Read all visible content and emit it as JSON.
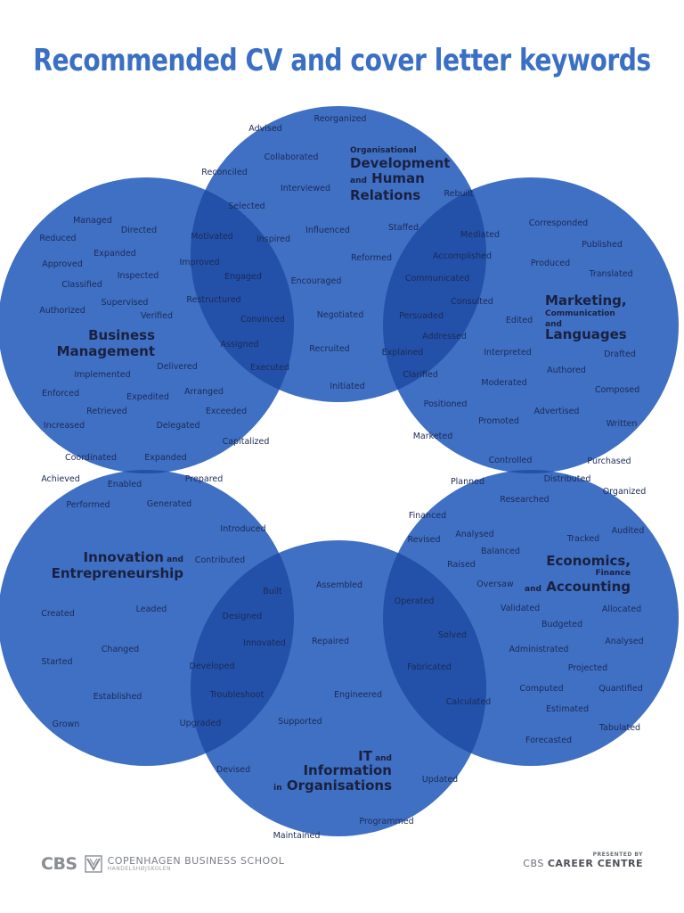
{
  "title": "Recommended CV and cover letter keywords",
  "colors": {
    "circle_fill": "#3f70c4",
    "overlap_fill": "#2350a8",
    "title": "#3a6fc4",
    "keyword_text": "#1d2a55",
    "header_text": "#1a2140"
  },
  "groups": [
    {
      "id": "org-dev",
      "header_lines": [
        [
          {
            "text": "Organisational",
            "size": "small"
          }
        ],
        [
          {
            "text": "Development",
            "size": "big"
          }
        ],
        [
          {
            "text": "and",
            "size": "small"
          },
          {
            "text": "Human",
            "size": "big"
          }
        ],
        [
          {
            "text": "Relations",
            "size": "big"
          }
        ]
      ],
      "keywords": [
        "Reorganized",
        "Advised",
        "Collaborated",
        "Reconciled",
        "Interviewed",
        "Rebuilt",
        "Selected",
        "Staffed",
        "Influenced",
        "Inspired",
        "Reformed",
        "Encouraged",
        "Negotiated",
        "Recruited",
        "Initiated"
      ]
    },
    {
      "id": "business-mgmt",
      "header_lines": [
        [
          {
            "text": "Business",
            "size": "big"
          }
        ],
        [
          {
            "text": "Management",
            "size": "big"
          }
        ]
      ],
      "keywords": [
        "Managed",
        "Directed",
        "Reduced",
        "Expanded",
        "Approved",
        "Inspected",
        "Classified",
        "Supervised",
        "Authorized",
        "Verified",
        "Implemented",
        "Delivered",
        "Enforced",
        "Expedited",
        "Arranged",
        "Retrieved",
        "Exceeded",
        "Increased",
        "Delegated",
        "Capitalized"
      ]
    },
    {
      "id": "marketing",
      "header_lines": [
        [
          {
            "text": "Marketing,",
            "size": "big"
          }
        ],
        [
          {
            "text": "Communication",
            "size": "small"
          }
        ],
        [
          {
            "text": "and",
            "size": "small"
          }
        ],
        [
          {
            "text": "Languages",
            "size": "big"
          }
        ]
      ],
      "keywords": [
        "Corresponded",
        "Published",
        "Produced",
        "Translated",
        "Edited",
        "Drafted",
        "Interpreted",
        "Authored",
        "Moderated",
        "Composed",
        "Positioned",
        "Advertised",
        "Promoted",
        "Written",
        "Marketed"
      ]
    },
    {
      "id": "innovation",
      "header_lines": [
        [
          {
            "text": "Innovation",
            "size": "big"
          },
          {
            "text": "and",
            "size": "small"
          }
        ],
        [
          {
            "text": "Entrepreneurship",
            "size": "big"
          }
        ]
      ],
      "keywords": [
        "Introduced",
        "Contributed",
        "Created",
        "Leaded",
        "Changed",
        "Started",
        "Established",
        "Grown"
      ]
    },
    {
      "id": "economics",
      "header_lines": [
        [
          {
            "text": "Economics,",
            "size": "big"
          }
        ],
        [
          {
            "text": "Finance",
            "size": "small"
          }
        ],
        [
          {
            "text": "and",
            "size": "small"
          },
          {
            "text": "Accounting",
            "size": "big"
          }
        ]
      ],
      "keywords": [
        "Financed",
        "Audited",
        "Analysed",
        "Revised",
        "Tracked",
        "Balanced",
        "Raised",
        "Oversaw",
        "Validated",
        "Allocated",
        "Budgeted",
        "Analysed",
        "Administrated",
        "Projected",
        "Computed",
        "Quantified",
        "Estimated",
        "Tabulated",
        "Forecasted"
      ]
    },
    {
      "id": "it",
      "header_lines": [
        [
          {
            "text": "IT",
            "size": "big"
          },
          {
            "text": "and",
            "size": "small"
          }
        ],
        [
          {
            "text": "Information",
            "size": "big"
          }
        ],
        [
          {
            "text": "in",
            "size": "small"
          },
          {
            "text": "Organisations",
            "size": "big"
          }
        ]
      ],
      "keywords": [
        "Assembled",
        "Repaired",
        "Engineered",
        "Supported",
        "Devised",
        "Updated",
        "Programmed",
        "Maintained"
      ]
    }
  ],
  "overlaps": [
    {
      "id": "org-business",
      "keywords": [
        "Motivated",
        "Improved",
        "Engaged",
        "Restructured",
        "Convinced",
        "Assigned",
        "Executed"
      ]
    },
    {
      "id": "org-marketing",
      "keywords": [
        "Mediated",
        "Accomplished",
        "Communicated",
        "Consulted",
        "Persuaded",
        "Addressed",
        "Explained",
        "Clarified"
      ]
    },
    {
      "id": "business-innovation",
      "keywords": [
        "Coordinated",
        "Expanded",
        "Achieved",
        "Enabled",
        "Prepared",
        "Performed",
        "Generated"
      ]
    },
    {
      "id": "marketing-economics",
      "keywords": [
        "Controlled",
        "Purchased",
        "Distributed",
        "Planned",
        "Organized",
        "Researched"
      ]
    },
    {
      "id": "innovation-it",
      "keywords": [
        "Built",
        "Designed",
        "Innovated",
        "Developed",
        "Troubleshoot",
        "Upgraded"
      ]
    },
    {
      "id": "it-economics",
      "keywords": [
        "Operated",
        "Solved",
        "Fabricated",
        "Calculated"
      ]
    }
  ],
  "footer": {
    "logo_text": "CBS",
    "logo_mark_icon": "cbs-emblem-icon",
    "school_name": "COPENHAGEN BUSINESS SCHOOL",
    "school_subtitle": "HANDELSHØJSKOLEN",
    "presented_by": "PRESENTED BY",
    "career_prefix": "CBS",
    "career_name": "CAREER CENTRE"
  }
}
